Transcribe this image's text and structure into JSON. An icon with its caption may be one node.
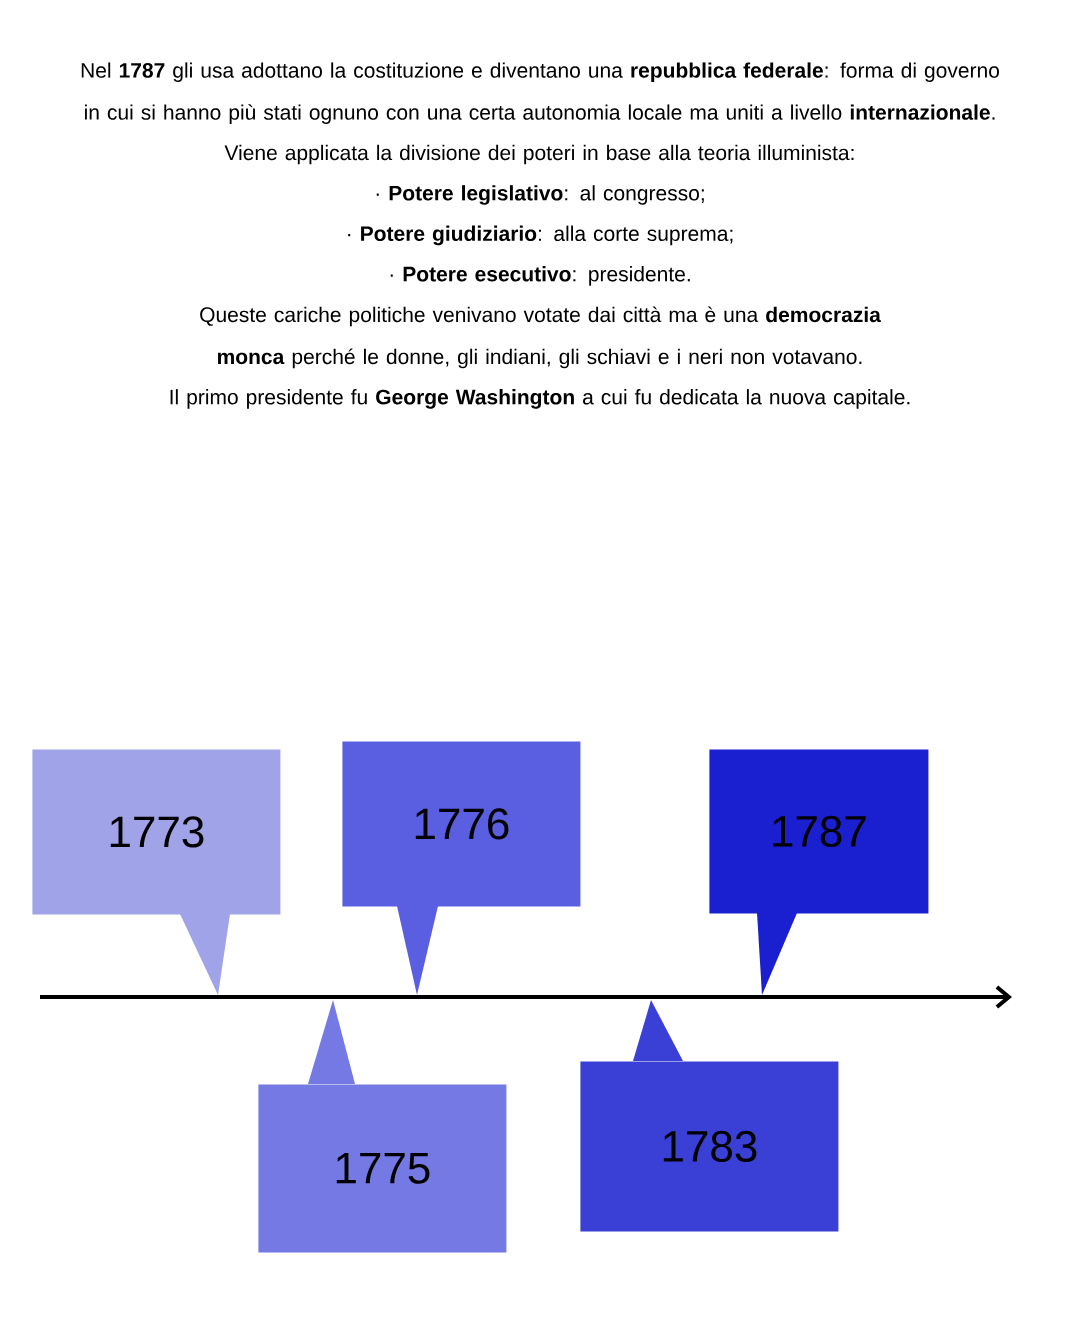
{
  "diagram": {
    "nodes": [
      {
        "text": [
          "1773"
        ]
      },
      {
        "text": [
          "1775"
        ]
      },
      {
        "text": [
          "1776"
        ]
      },
      {
        "text": [
          "1783"
        ]
      },
      {
        "text": [
          "1787"
        ]
      }
    ],
    "labels": [
      "Nel **1787** gli usa adottano la costituzione e diventano una **repubblica federale**: forma di governo in cui si hanno più stati ognuno con una certa autonomia locale ma uniti a livello **internazionale**.",
      "Viene applicata la divisione dei poteri in base alla teoria illuminista:",
      "· **Potere legislativo**: al congresso;",
      "· **Potere giudiziario**: alla corte suprema;",
      "· **Potere esecutivo**: presidente.",
      "Queste cariche politiche venivano votate dai città ma è una **democrazia monca** perché le donne, gli indiani, gli schiavi e i neri non votavano.",
      "Il primo presidente fu **George Washington** a cui fu dedicata la nuova capitale."
    ]
  }
}
